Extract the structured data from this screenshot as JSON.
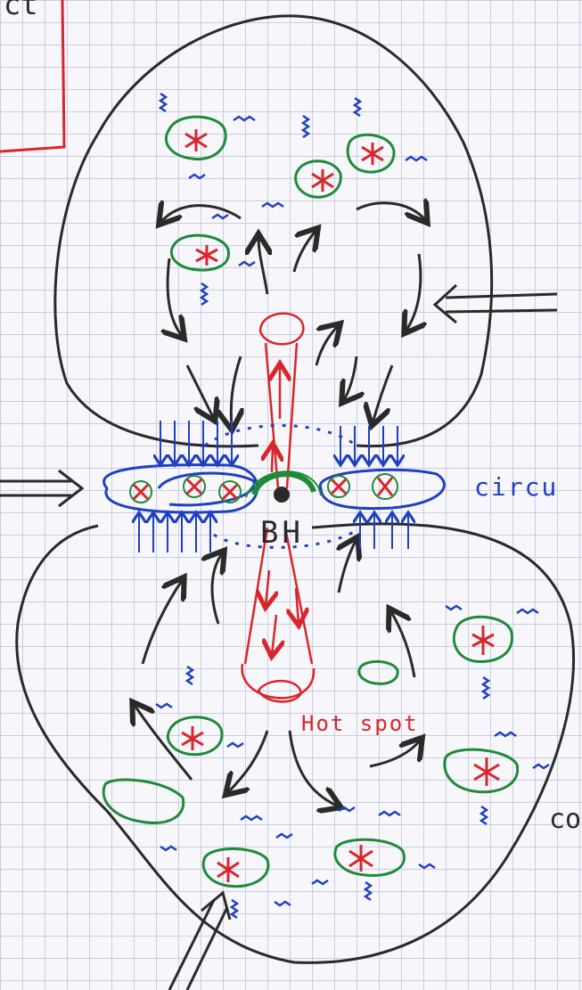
{
  "labels": {
    "bh": "BH",
    "hot_spot": "Hot spot",
    "circ": "circu",
    "co": "co",
    "corner": "ct"
  },
  "colors": {
    "ink": "#2a2a2a",
    "red": "#d8262a",
    "blue": "#2040c0",
    "green": "#1f8a3a",
    "grid": "#c9cde0"
  }
}
